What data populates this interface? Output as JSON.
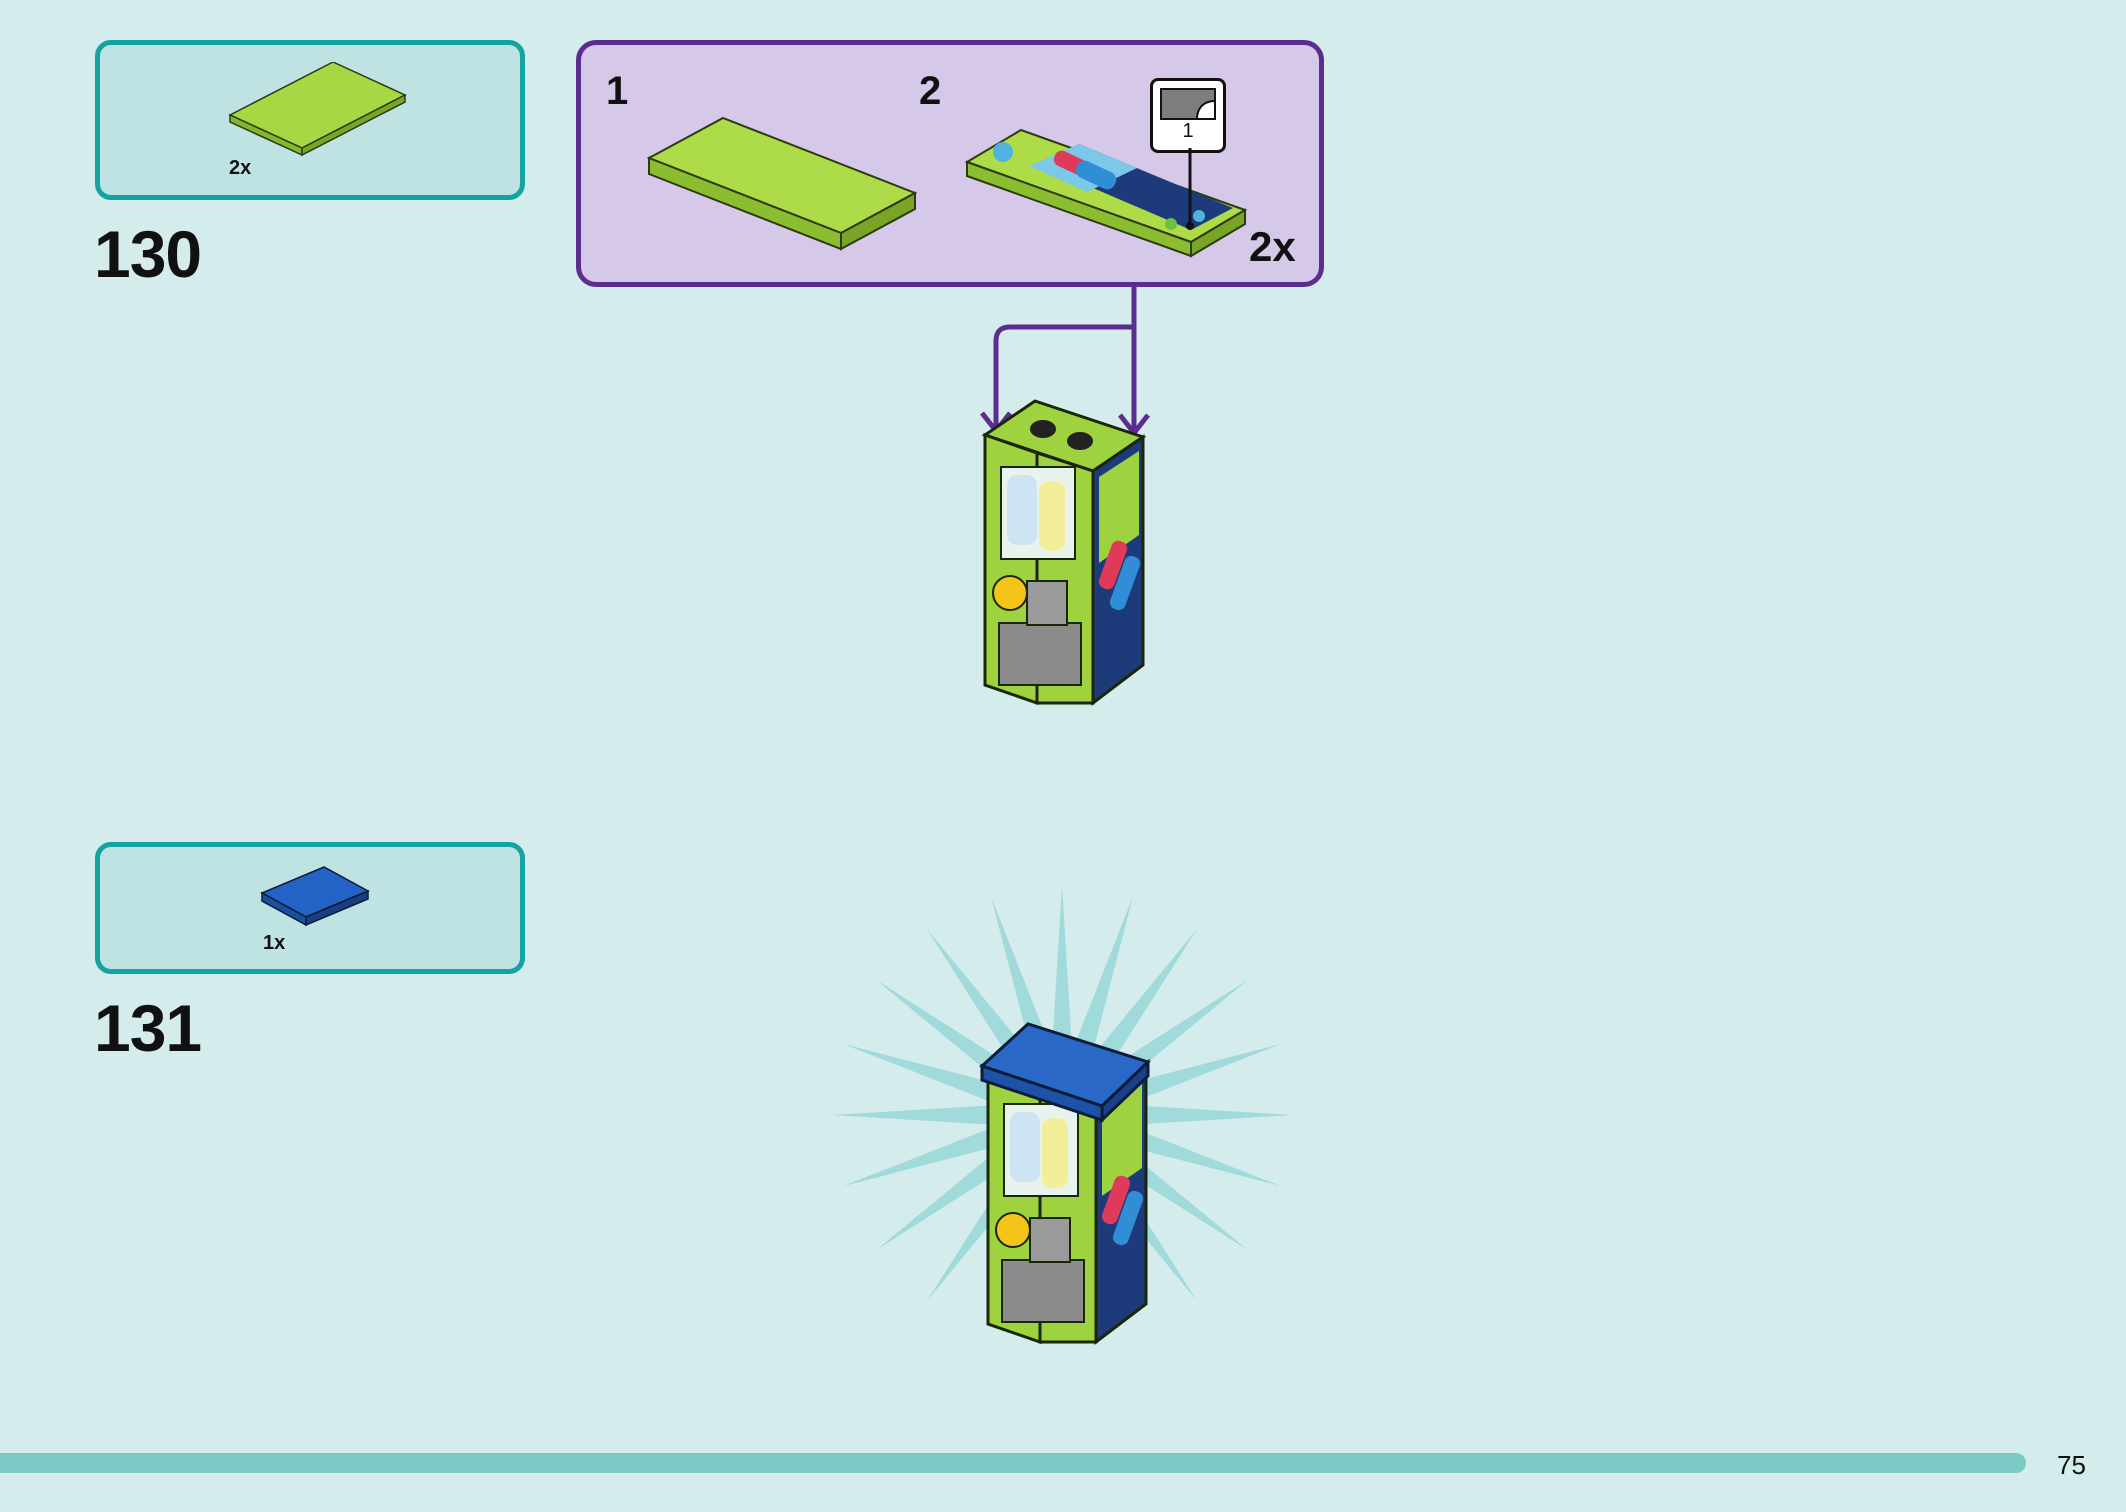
{
  "steps": [
    {
      "number": "130",
      "parts_quantity": "2x",
      "sub_assembly": {
        "sub_step_1": "1",
        "sub_step_2": "2",
        "multiplier": "2x",
        "sticker_number": "1"
      }
    },
    {
      "number": "131",
      "parts_quantity": "1x"
    }
  ],
  "page_number": "75",
  "colors": {
    "background": "#d5ecec",
    "parts_box_fill": "#bfe3e3",
    "parts_box_border": "#14a3a0",
    "sub_box_fill": "#d6c8e8",
    "sub_box_border": "#5b2d8e",
    "lime_tile": "#a6d844",
    "blue_tile": "#2363c5",
    "progress_bar": "#7ccac6"
  },
  "icons": [
    "sticker-sheet-icon",
    "arrow-down-icon"
  ]
}
